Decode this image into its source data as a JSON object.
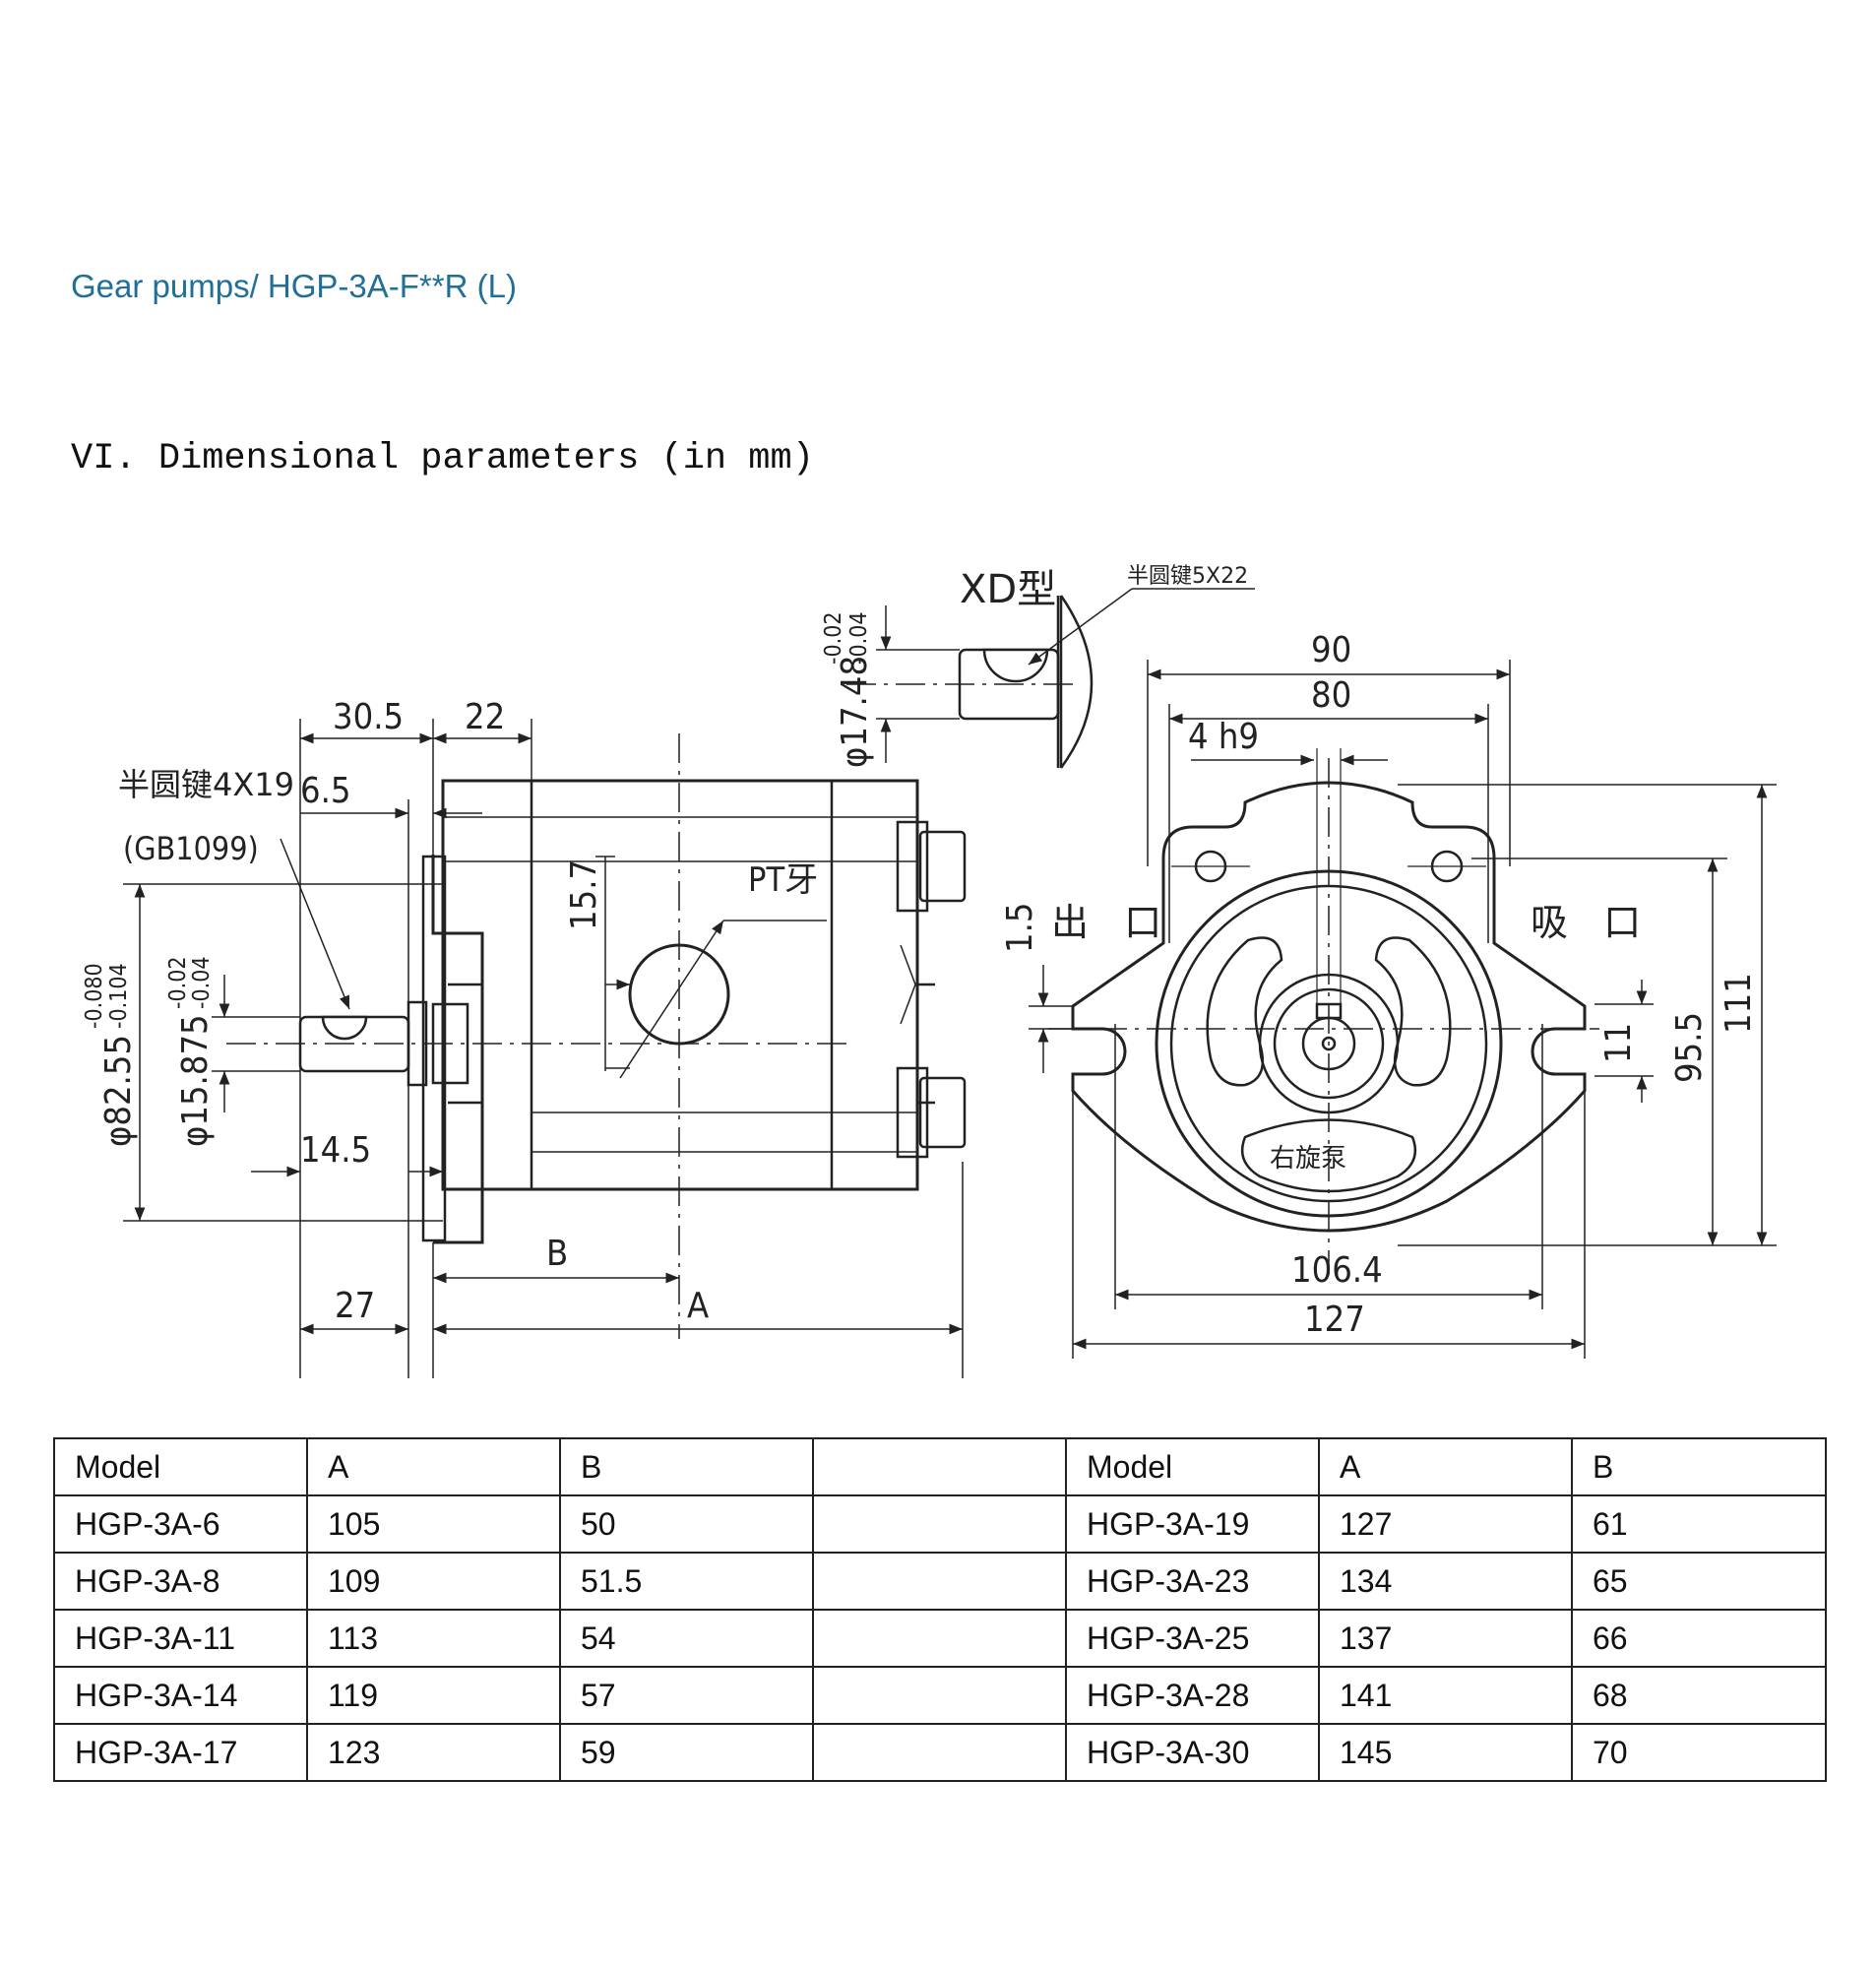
{
  "header": {
    "product_title": "Gear pumps/ HGP-3A-F**R (L)",
    "section_title": "VI. Dimensional parameters (in mm)"
  },
  "drawing": {
    "left_view": {
      "dim_30_5": "30.5",
      "dim_22": "22",
      "dim_6_5": "6.5",
      "key_label": "半圆键4X19",
      "key_std": "(GB1099)",
      "dia_82_55": "φ82.55",
      "dia_82_55_tol_upper": "-0.080",
      "dia_82_55_tol_lower": "-0.104",
      "dia_15_875": "φ15.875",
      "dia_15_875_tol_upper": "-0.02",
      "dia_15_875_tol_lower": "-0.04",
      "dim_14_5": "14.5",
      "dim_15_7": "15.7",
      "port_label": "PT牙",
      "dim_b": "B",
      "dim_a": "A",
      "dim_27": "27"
    },
    "xd_detail": {
      "type_label": "XD型",
      "key_label": "半圆键5X22",
      "dia_17_48": "φ17.48",
      "dia_17_48_tol_upper": "-0.02",
      "dia_17_48_tol_lower": "-0.04"
    },
    "front_view": {
      "dim_90": "90",
      "dim_80": "80",
      "dim_4_h9": "4 h9",
      "outlet_label": "出 口",
      "inlet_label": "吸 口",
      "dim_1_5": "1.5",
      "dim_11": "11",
      "dim_95_5": "95.5",
      "dim_111": "111",
      "dim_106_4": "106.4",
      "dim_127": "127",
      "rotation_label": "右旋泵"
    }
  },
  "table": {
    "headers": [
      "Model",
      "A",
      "B",
      "",
      "Model",
      "A",
      "B"
    ],
    "rows": [
      [
        "HGP-3A-6",
        "105",
        "50",
        "",
        "HGP-3A-19",
        "127",
        "61"
      ],
      [
        "HGP-3A-8",
        "109",
        "51.5",
        "",
        "HGP-3A-23",
        "134",
        "65"
      ],
      [
        "HGP-3A-11",
        "113",
        "54",
        "",
        "HGP-3A-25",
        "137",
        "66"
      ],
      [
        "HGP-3A-14",
        "119",
        "57",
        "",
        "HGP-3A-28",
        "141",
        "68"
      ],
      [
        "HGP-3A-17",
        "123",
        "59",
        "",
        "HGP-3A-30",
        "145",
        "70"
      ]
    ]
  }
}
